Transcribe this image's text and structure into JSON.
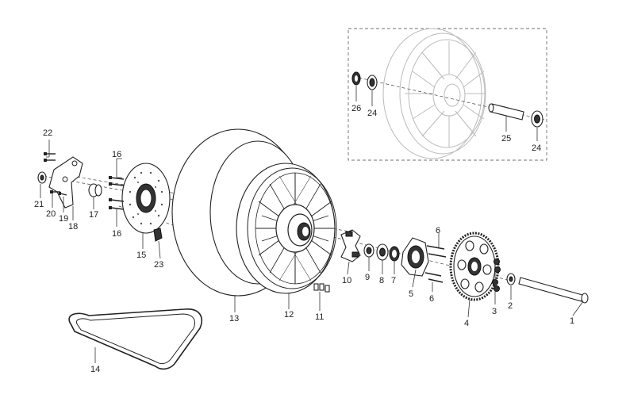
{
  "diagram": {
    "type": "exploded-parts-view",
    "callouts": [
      "1",
      "2",
      "3",
      "4",
      "5",
      "6",
      "6",
      "7",
      "8",
      "9",
      "10",
      "11",
      "12",
      "13",
      "14",
      "15",
      "16",
      "16",
      "17",
      "18",
      "19",
      "20",
      "21",
      "22",
      "23",
      "24",
      "24",
      "25",
      "26"
    ]
  },
  "inset": {
    "labels": {
      "bearing_left": "24",
      "seal": "26",
      "spacer": "25",
      "bearing_right": "24"
    }
  },
  "labels": {
    "axle": "1",
    "axle_nut": "2",
    "sprocket_nuts": "3",
    "sprocket": "4",
    "sprocket_carrier": "5",
    "stud_upper": "6",
    "stud_lower": "6",
    "oil_seal": "7",
    "bearing": "8",
    "collar": "9",
    "damper": "10",
    "weights": "11",
    "rim": "12",
    "tire": "13",
    "drive_belt": "14",
    "brake_disc": "15",
    "disc_bolts_upper": "16",
    "disc_bolts_lower": "16",
    "spacer": "17",
    "caliper_bracket": "18",
    "bolt_19": "19",
    "bolt_20": "20",
    "nut_21": "21",
    "bolt_22": "22",
    "valve": "23"
  }
}
